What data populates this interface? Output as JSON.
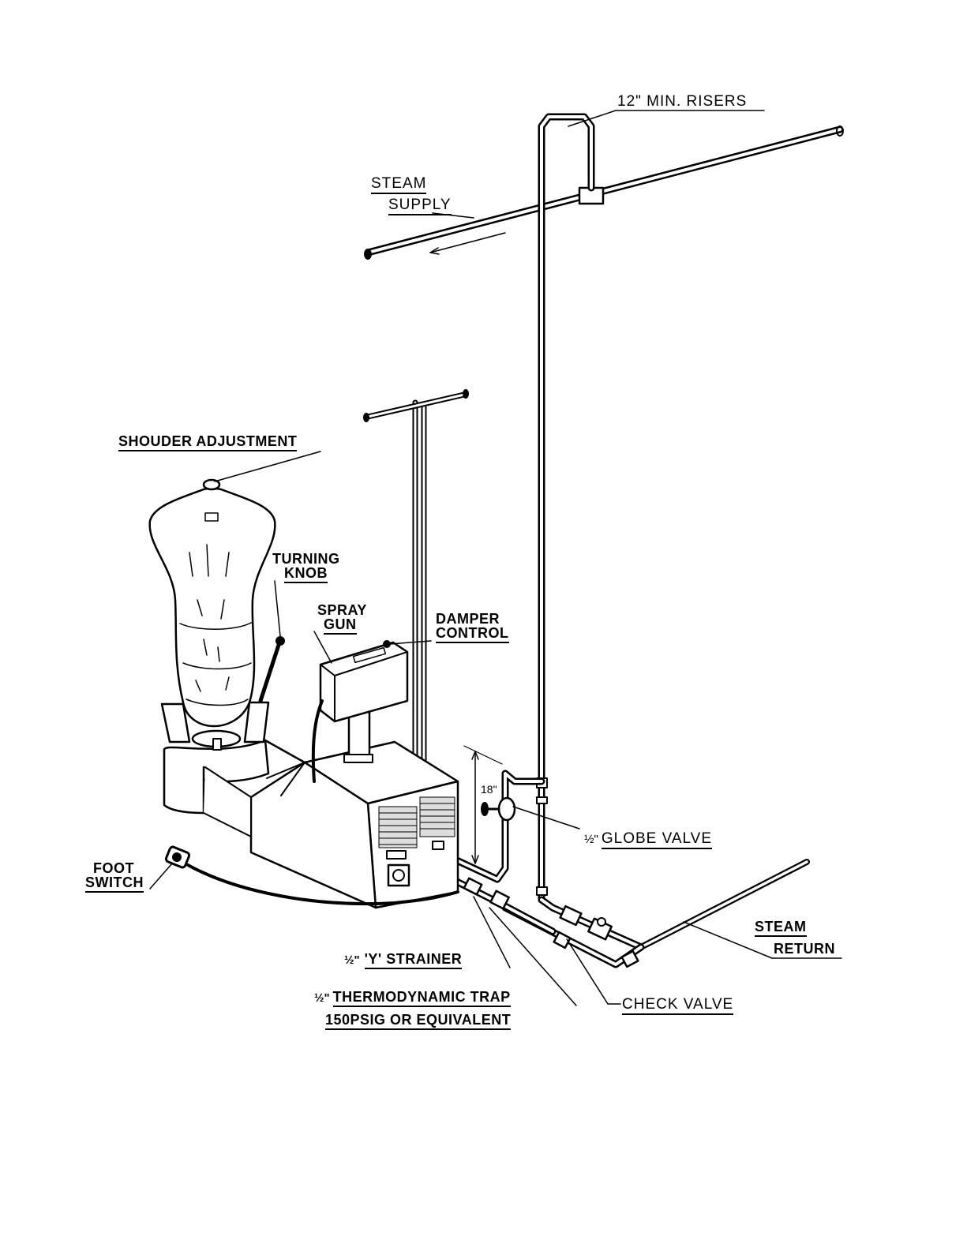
{
  "labels": {
    "risers": "12\" MIN. RISERS",
    "steam_supply_1": "STEAM",
    "steam_supply_2": "SUPPLY",
    "shoulder_adjustment": "SHOUDER ADJUSTMENT",
    "turning_knob_1": "TURNING",
    "turning_knob_2": "KNOB",
    "spray_gun_1": "SPRAY",
    "spray_gun_2": "GUN",
    "damper_control_1": "DAMPER",
    "damper_control_2": "CONTROL",
    "dimension_18": "18\"",
    "globe_valve_size": "½\"",
    "globe_valve": "GLOBE VALVE",
    "foot_switch_1": "FOOT",
    "foot_switch_2": "SWITCH",
    "steam_return_1": "STEAM",
    "steam_return_2": "RETURN",
    "strainer_size": "½\"",
    "strainer": "'Y' STRAINER",
    "trap_size": "½\"",
    "trap": "THERMODYNAMIC TRAP",
    "trap_rating": "150PSIG OR EQUIVALENT",
    "check_valve": "CHECK VALVE"
  },
  "colors": {
    "ink": "#000000",
    "paper": "#ffffff"
  }
}
